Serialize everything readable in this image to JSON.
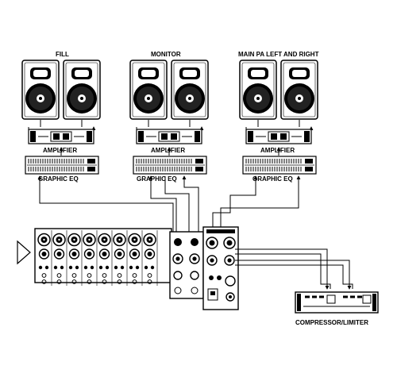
{
  "groups": [
    {
      "speaker_label": "FILL",
      "amp_label": "AMPLIFIER",
      "eq_label": "GRAPHIC EQ"
    },
    {
      "speaker_label": "MONITOR",
      "amp_label": "AMPLIFIER",
      "eq_label": "GRAPHIC EQ"
    },
    {
      "speaker_label": "MAIN PA LEFT AND RIGHT",
      "amp_label": "AMPLIFIER",
      "eq_label": "GRAPHIC EQ"
    }
  ],
  "compressor": {
    "label": "COMPRESSOR/LIMITER"
  },
  "colors": {
    "ink": "#000000",
    "paper": "#ffffff",
    "gray": "#9a9a9a"
  }
}
